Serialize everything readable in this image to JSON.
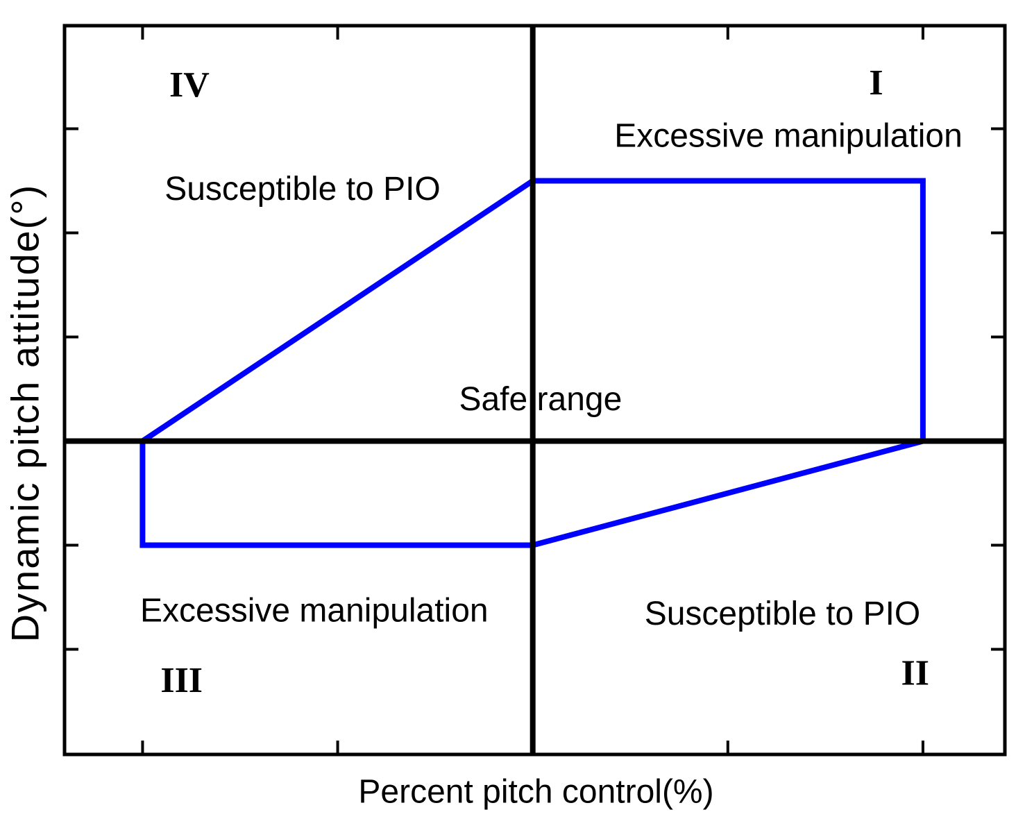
{
  "figure": {
    "background": "#ffffff"
  },
  "chart_data": {
    "type": "area",
    "xlabel": "Percent pitch control(%)",
    "ylabel": "Dynamic pitch attitude(°)",
    "xlim": [
      -2.4,
      2.42
    ],
    "ylim": [
      -3.01,
      3.99
    ],
    "x_ticks": [
      -2,
      -1,
      0,
      1,
      2
    ],
    "y_ticks": [
      3,
      2,
      1,
      0,
      -1,
      -2
    ],
    "tick_labels_visible": false,
    "grid": false,
    "axes_box": true,
    "zero_lines": {
      "x": 0,
      "y": 0
    },
    "legend": null,
    "series": [
      {
        "name": "Safe range boundary",
        "kind": "closed-polygon",
        "color": "#0000ff",
        "points": [
          [
            -2,
            0
          ],
          [
            0,
            2.5
          ],
          [
            2,
            2.5
          ],
          [
            2,
            0
          ],
          [
            0,
            -1
          ],
          [
            -2,
            -1
          ]
        ]
      }
    ],
    "annotations": [
      {
        "text": "IV",
        "x": -1.76,
        "y": 3.42,
        "style": "quadrant-numeral"
      },
      {
        "text": "I",
        "x": 1.76,
        "y": 3.44,
        "style": "quadrant-numeral"
      },
      {
        "text": "Excessive manipulation",
        "x": 1.31,
        "y": 2.93,
        "style": "region-label"
      },
      {
        "text": "Susceptible to PIO",
        "x": -1.18,
        "y": 2.42,
        "style": "region-label"
      },
      {
        "text": "Safe range",
        "x": 0.04,
        "y": 0.4,
        "style": "region-label"
      },
      {
        "text": "Excessive manipulation",
        "x": -1.12,
        "y": -1.63,
        "style": "region-label"
      },
      {
        "text": "Susceptible to PIO",
        "x": 1.28,
        "y": -1.66,
        "style": "region-label"
      },
      {
        "text": "III",
        "x": -1.8,
        "y": -2.3,
        "style": "quadrant-numeral"
      },
      {
        "text": "II",
        "x": 1.96,
        "y": -2.23,
        "style": "quadrant-numeral"
      }
    ],
    "colors": {
      "axes": "#000000",
      "text": "#000000",
      "boundary": "#0000ff",
      "background": "#ffffff"
    }
  }
}
